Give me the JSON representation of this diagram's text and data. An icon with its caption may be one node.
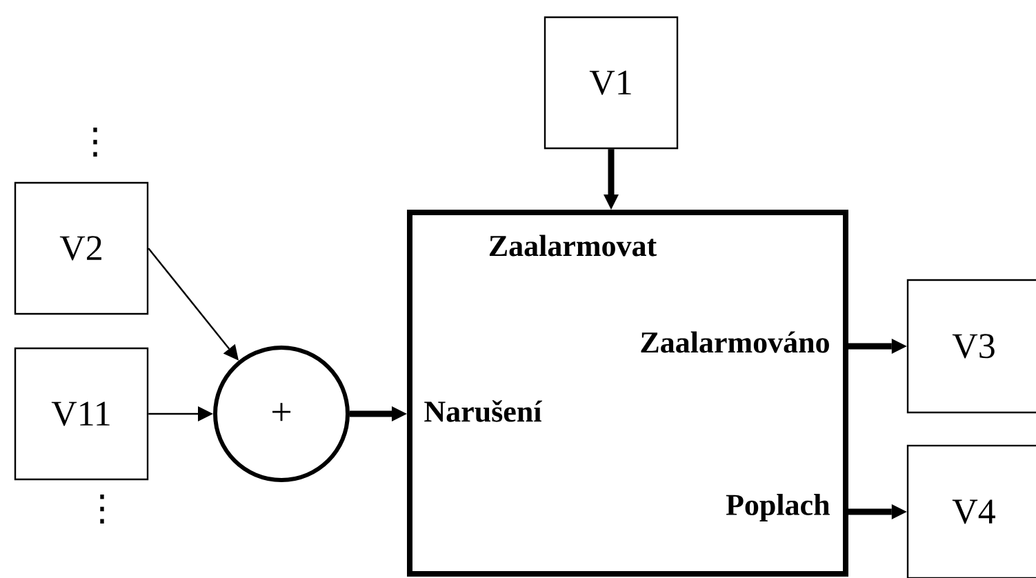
{
  "diagram": {
    "nodes": [
      {
        "text": [
          "V1"
        ]
      },
      {
        "text": [
          "V2"
        ]
      },
      {
        "text": [
          "V11"
        ]
      },
      {
        "text": [
          "+"
        ]
      },
      {
        "text": [
          "Zaalarmovat",
          "Zaalarmováno",
          "Narušení",
          "Poplach"
        ]
      },
      {
        "text": [
          "V3"
        ]
      },
      {
        "text": [
          "V4"
        ]
      }
    ],
    "edges": [
      {
        "from": 0,
        "to": 4,
        "arrow": "to"
      },
      {
        "from": 1,
        "to": 3,
        "arrow": "to"
      },
      {
        "from": 2,
        "to": 3,
        "arrow": "to"
      },
      {
        "from": 3,
        "to": 4,
        "arrow": "to"
      },
      {
        "from": 4,
        "to": 5,
        "arrow": "to"
      },
      {
        "from": 4,
        "to": 6,
        "arrow": "to"
      }
    ],
    "labels": [
      "⋮",
      "⋮"
    ]
  }
}
